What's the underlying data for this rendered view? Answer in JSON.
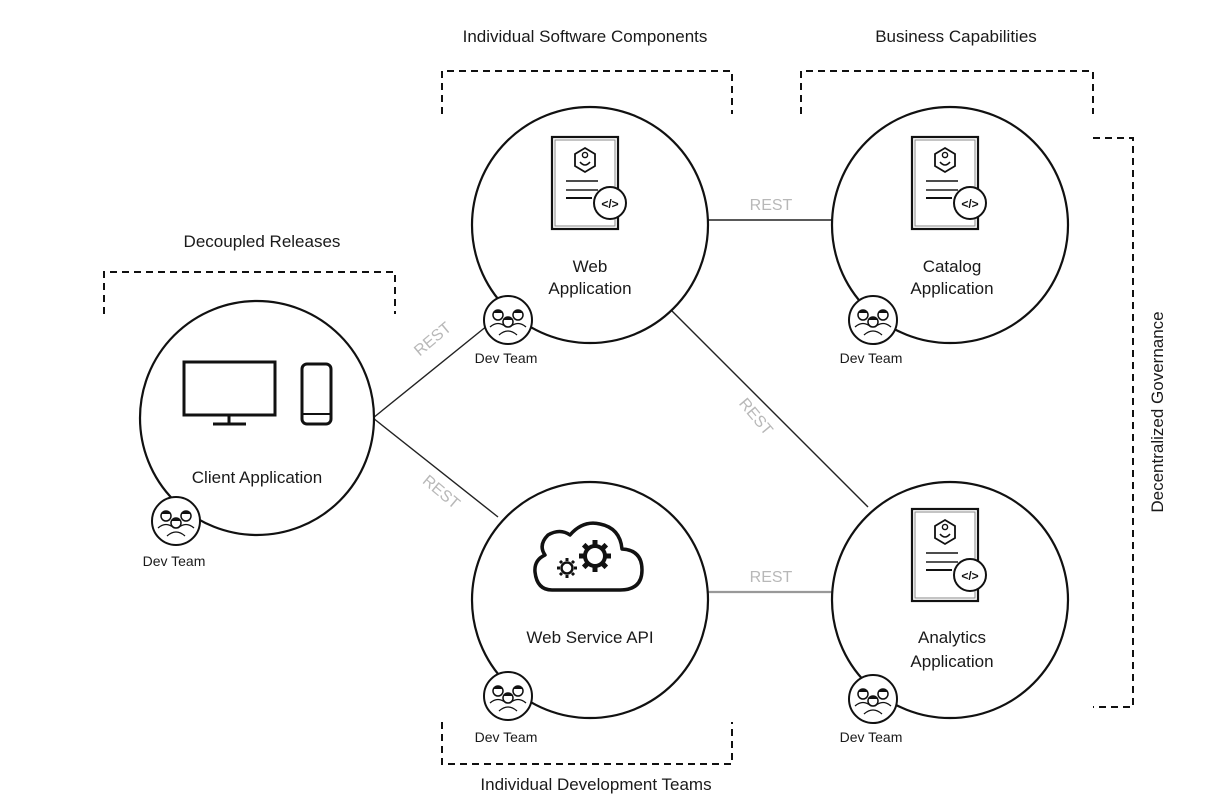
{
  "groups": {
    "individual_software_components": "Individual Software Components",
    "business_capabilities": "Business Capabilities",
    "decoupled_releases": "Decoupled Releases",
    "individual_development_teams": "Individual Development Teams",
    "decentralized_governance": "Decentralized Governance"
  },
  "nodes": {
    "client": {
      "label": "Client Application",
      "team": "Dev Team",
      "icon": "monitor-and-phone-icon"
    },
    "web_app": {
      "label_line1": "Web",
      "label_line2": "Application",
      "team": "Dev Team",
      "icon": "document-code-icon"
    },
    "catalog": {
      "label_line1": "Catalog",
      "label_line2": "Application",
      "team": "Dev Team",
      "icon": "document-code-icon"
    },
    "web_service": {
      "label": "Web Service API",
      "team": "Dev Team",
      "icon": "cloud-gears-icon"
    },
    "analytics": {
      "label_line1": "Analytics",
      "label_line2": "Application",
      "team": "Dev Team",
      "icon": "document-code-icon"
    }
  },
  "edges": [
    {
      "from": "client",
      "to": "web_app",
      "label": "REST"
    },
    {
      "from": "client",
      "to": "web_service",
      "label": "REST"
    },
    {
      "from": "web_app",
      "to": "catalog",
      "label": "REST"
    },
    {
      "from": "web_app",
      "to": "analytics",
      "label": "REST"
    },
    {
      "from": "web_service",
      "to": "analytics",
      "label": "REST"
    }
  ],
  "colors": {
    "line": "#111111",
    "rest_label": "#b8b8b8",
    "gray_edge": "#999999"
  }
}
